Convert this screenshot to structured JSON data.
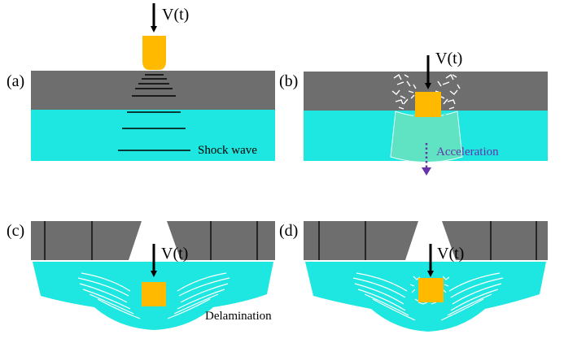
{
  "panels": {
    "a": {
      "label": "(a)",
      "velocity": "V(t)",
      "annotation": "Shock wave"
    },
    "b": {
      "label": "(b)",
      "velocity": "V(t)",
      "annotation": "Acceleration"
    },
    "c": {
      "label": "(c)",
      "velocity": "V(t)",
      "annotation": "Delamination"
    },
    "d": {
      "label": "(d)",
      "velocity": "V(t)"
    }
  },
  "colors": {
    "top_plate": "#6e6e6e",
    "bottom_plate": "#1ee6e0",
    "projectile": "#ffba00",
    "accelerated_region": "#5fe3c2",
    "acceleration_arrow": "#6633aa",
    "lines": "#000000",
    "debris": "#ffffff"
  }
}
